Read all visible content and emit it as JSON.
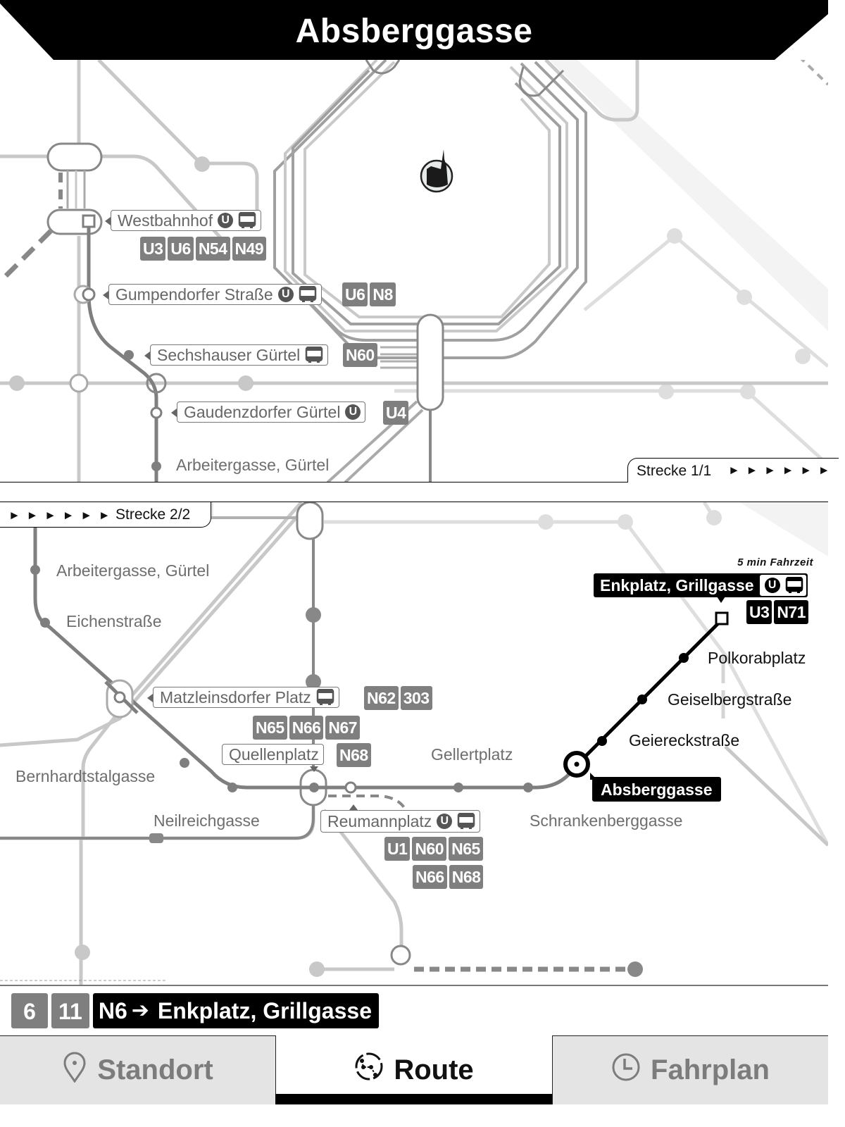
{
  "header": {
    "title": "Absberggasse"
  },
  "colors": {
    "line_dark": "#7f7f7f",
    "line_mid": "#a6a6a6",
    "line_light": "#d4d4d4",
    "route_active": "#000000",
    "badge_gray": "#7f7f7f",
    "tab_inactive_bg": "#e4e4e4"
  },
  "map_top": {
    "landmark": "stephansdom-icon",
    "stations": [
      {
        "name": "Westbahnhof",
        "icons": [
          "u-bahn-icon",
          "bus-icon"
        ],
        "lines": [
          "U3",
          "U6",
          "N54",
          "N49"
        ]
      },
      {
        "name": "Gumpendorfer Straße",
        "icons": [
          "u-bahn-icon",
          "bus-icon"
        ],
        "lines": [
          "U6",
          "N8"
        ]
      },
      {
        "name": "Sechshauser Gürtel",
        "icons": [
          "bus-icon"
        ],
        "lines": [
          "N60"
        ]
      },
      {
        "name": "Gaudenzdorfer Gürtel",
        "icons": [
          "u-bahn-icon"
        ],
        "lines": [
          "U4"
        ]
      },
      {
        "name": "Arbeitergasse, Gürtel",
        "icons": [],
        "lines": []
      }
    ],
    "segment_label": "Strecke 1/1",
    "segment_arrows": "► ► ► ► ► ►"
  },
  "map_bottom": {
    "segment_label": "Strecke 2/2",
    "segment_arrows": "► ► ► ► ► ►",
    "travel_time": "5 min Fahrzeit",
    "destination": {
      "name": "Enkplatz, Grillgasse",
      "icons": [
        "u-bahn-icon",
        "bus-icon"
      ],
      "lines": [
        "U3",
        "N71"
      ]
    },
    "current_stop": "Absberggasse",
    "stations": [
      {
        "name": "Arbeitergasse, Gürtel"
      },
      {
        "name": "Eichenstraße"
      },
      {
        "name": "Matzleinsdorfer Platz",
        "icons": [
          "bus-icon"
        ],
        "lines": [
          "N62",
          "303",
          "N65",
          "N66",
          "N67"
        ]
      },
      {
        "name": "Quellenplatz",
        "lines": [
          "N68"
        ]
      },
      {
        "name": "Gellertplatz"
      },
      {
        "name": "Bernhardtstalgasse"
      },
      {
        "name": "Neilreichgasse"
      },
      {
        "name": "Reumannplatz",
        "icons": [
          "u-bahn-icon",
          "bus-icon"
        ],
        "lines": [
          "U1",
          "N60",
          "N65",
          "N66",
          "N68"
        ]
      },
      {
        "name": "Schrankenberggasse"
      },
      {
        "name": "Geiereckstraße"
      },
      {
        "name": "Geiselbergstraße"
      },
      {
        "name": "Polkorabplatz"
      }
    ]
  },
  "route_bar": {
    "lines": [
      "6",
      "11"
    ],
    "active_line": "N6",
    "arrow": "➔",
    "destination": "Enkplatz, Grillgasse"
  },
  "tabs": [
    {
      "label": "Standort",
      "icon": "location-pin-icon",
      "active": false
    },
    {
      "label": "Route",
      "icon": "route-icon",
      "active": true
    },
    {
      "label": "Fahrplan",
      "icon": "clock-icon",
      "active": false
    }
  ],
  "u_glyph": "U"
}
